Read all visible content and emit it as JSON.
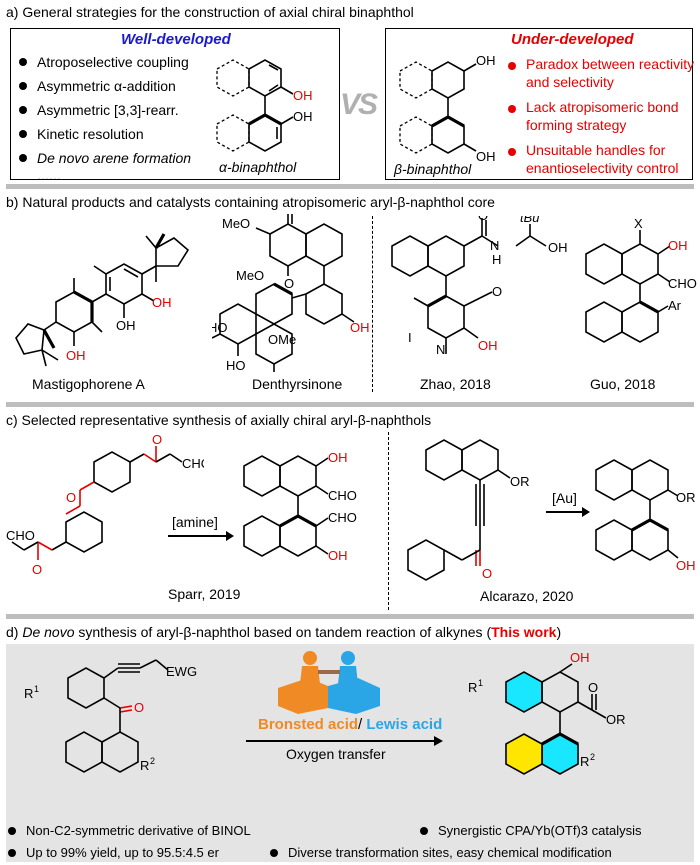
{
  "sections": {
    "a": {
      "title": "a) General strategies for the construction of axial chiral binaphthol",
      "left_box": {
        "heading": "Well-developed",
        "items": [
          "Atroposelective coupling",
          "Asymmetric α-addition",
          "Asymmetric [3,3]-rearr.",
          "Kinetic resolution",
          "De novo arene formation",
          "……"
        ],
        "caption": "α-binaphthol",
        "oh1": "OH",
        "oh2": "OH"
      },
      "vs": "VS",
      "right_box": {
        "heading": "Under-developed",
        "items": [
          "Paradox between reactivity and selectivity",
          "Lack atropisomeric bond forming strategy",
          "Unsuitable handles for enantioselectivity control"
        ],
        "caption": "β-binaphthol",
        "oh1": "OH",
        "oh2": "OH"
      }
    },
    "b": {
      "title": "b) Natural products and catalysts containing atropisomeric aryl-β-naphthol core",
      "compounds": [
        {
          "name": "Mastigophorene A",
          "labels": [
            "OH",
            "OH",
            "OH"
          ]
        },
        {
          "name": "Denthyrsinone",
          "labels": [
            "MeO",
            "MeO",
            "O",
            "O",
            "HO",
            "OMe",
            "HO",
            "OH"
          ]
        },
        {
          "name": "Zhao, 2018",
          "labels": [
            "N",
            "H",
            "tBu",
            "OH",
            "O",
            "O",
            "OH",
            "I",
            "N"
          ]
        },
        {
          "name": "Guo, 2018",
          "labels": [
            "X",
            "OH",
            "CHO",
            "Ar"
          ]
        }
      ]
    },
    "c": {
      "title": "c) Selected representative synthesis of axially chiral aryl-β-naphthols",
      "left": {
        "reagent": "[amine]",
        "credit": "Sparr, 2019",
        "labels": [
          "CHO",
          "CHO",
          "O",
          "O",
          "O",
          "OH",
          "CHO",
          "CHO",
          "OH"
        ]
      },
      "right": {
        "reagent": "[Au]",
        "credit": "Alcarazo, 2020",
        "labels": [
          "OR",
          "O",
          "OR",
          "OH"
        ]
      }
    },
    "d": {
      "title_prefix": "d) ",
      "title_italic": "De novo",
      "title_mid": " synthesis of aryl-β-naphthol based on tandem reaction of alkynes (",
      "title_highlight": "This work",
      "title_suffix": ")",
      "reactant_labels": {
        "ewg": "EWG",
        "r1": "R",
        "r1_sup": "1",
        "r2": "R",
        "r2_sup": "2",
        "o": "O"
      },
      "catalyst_a": "Bronsted acid",
      "slash": "/",
      "catalyst_b": "Lewis acid",
      "condition": "Oxygen transfer",
      "product_labels": {
        "oh": "OH",
        "o": "O",
        "or": "OR",
        "r1": "R",
        "r1_sup": "1",
        "r2": "R",
        "r2_sup": "2"
      },
      "bullets": [
        "Non-C2-symmetric derivative of BINOL",
        "Synergistic CPA/Yb(OTf)3 catalysis",
        "Up to 99% yield, up to 95.5:4.5 er",
        "Diverse transformation sites, easy chemical modification"
      ]
    }
  },
  "colors": {
    "red": "#e60000",
    "blue": "#1a1acc",
    "orange": "#f08a24",
    "cyan": "#2aa6e6",
    "gray_bg": "#e4e4e4",
    "yellow": "#ffe600",
    "aqua": "#19e6ff"
  }
}
